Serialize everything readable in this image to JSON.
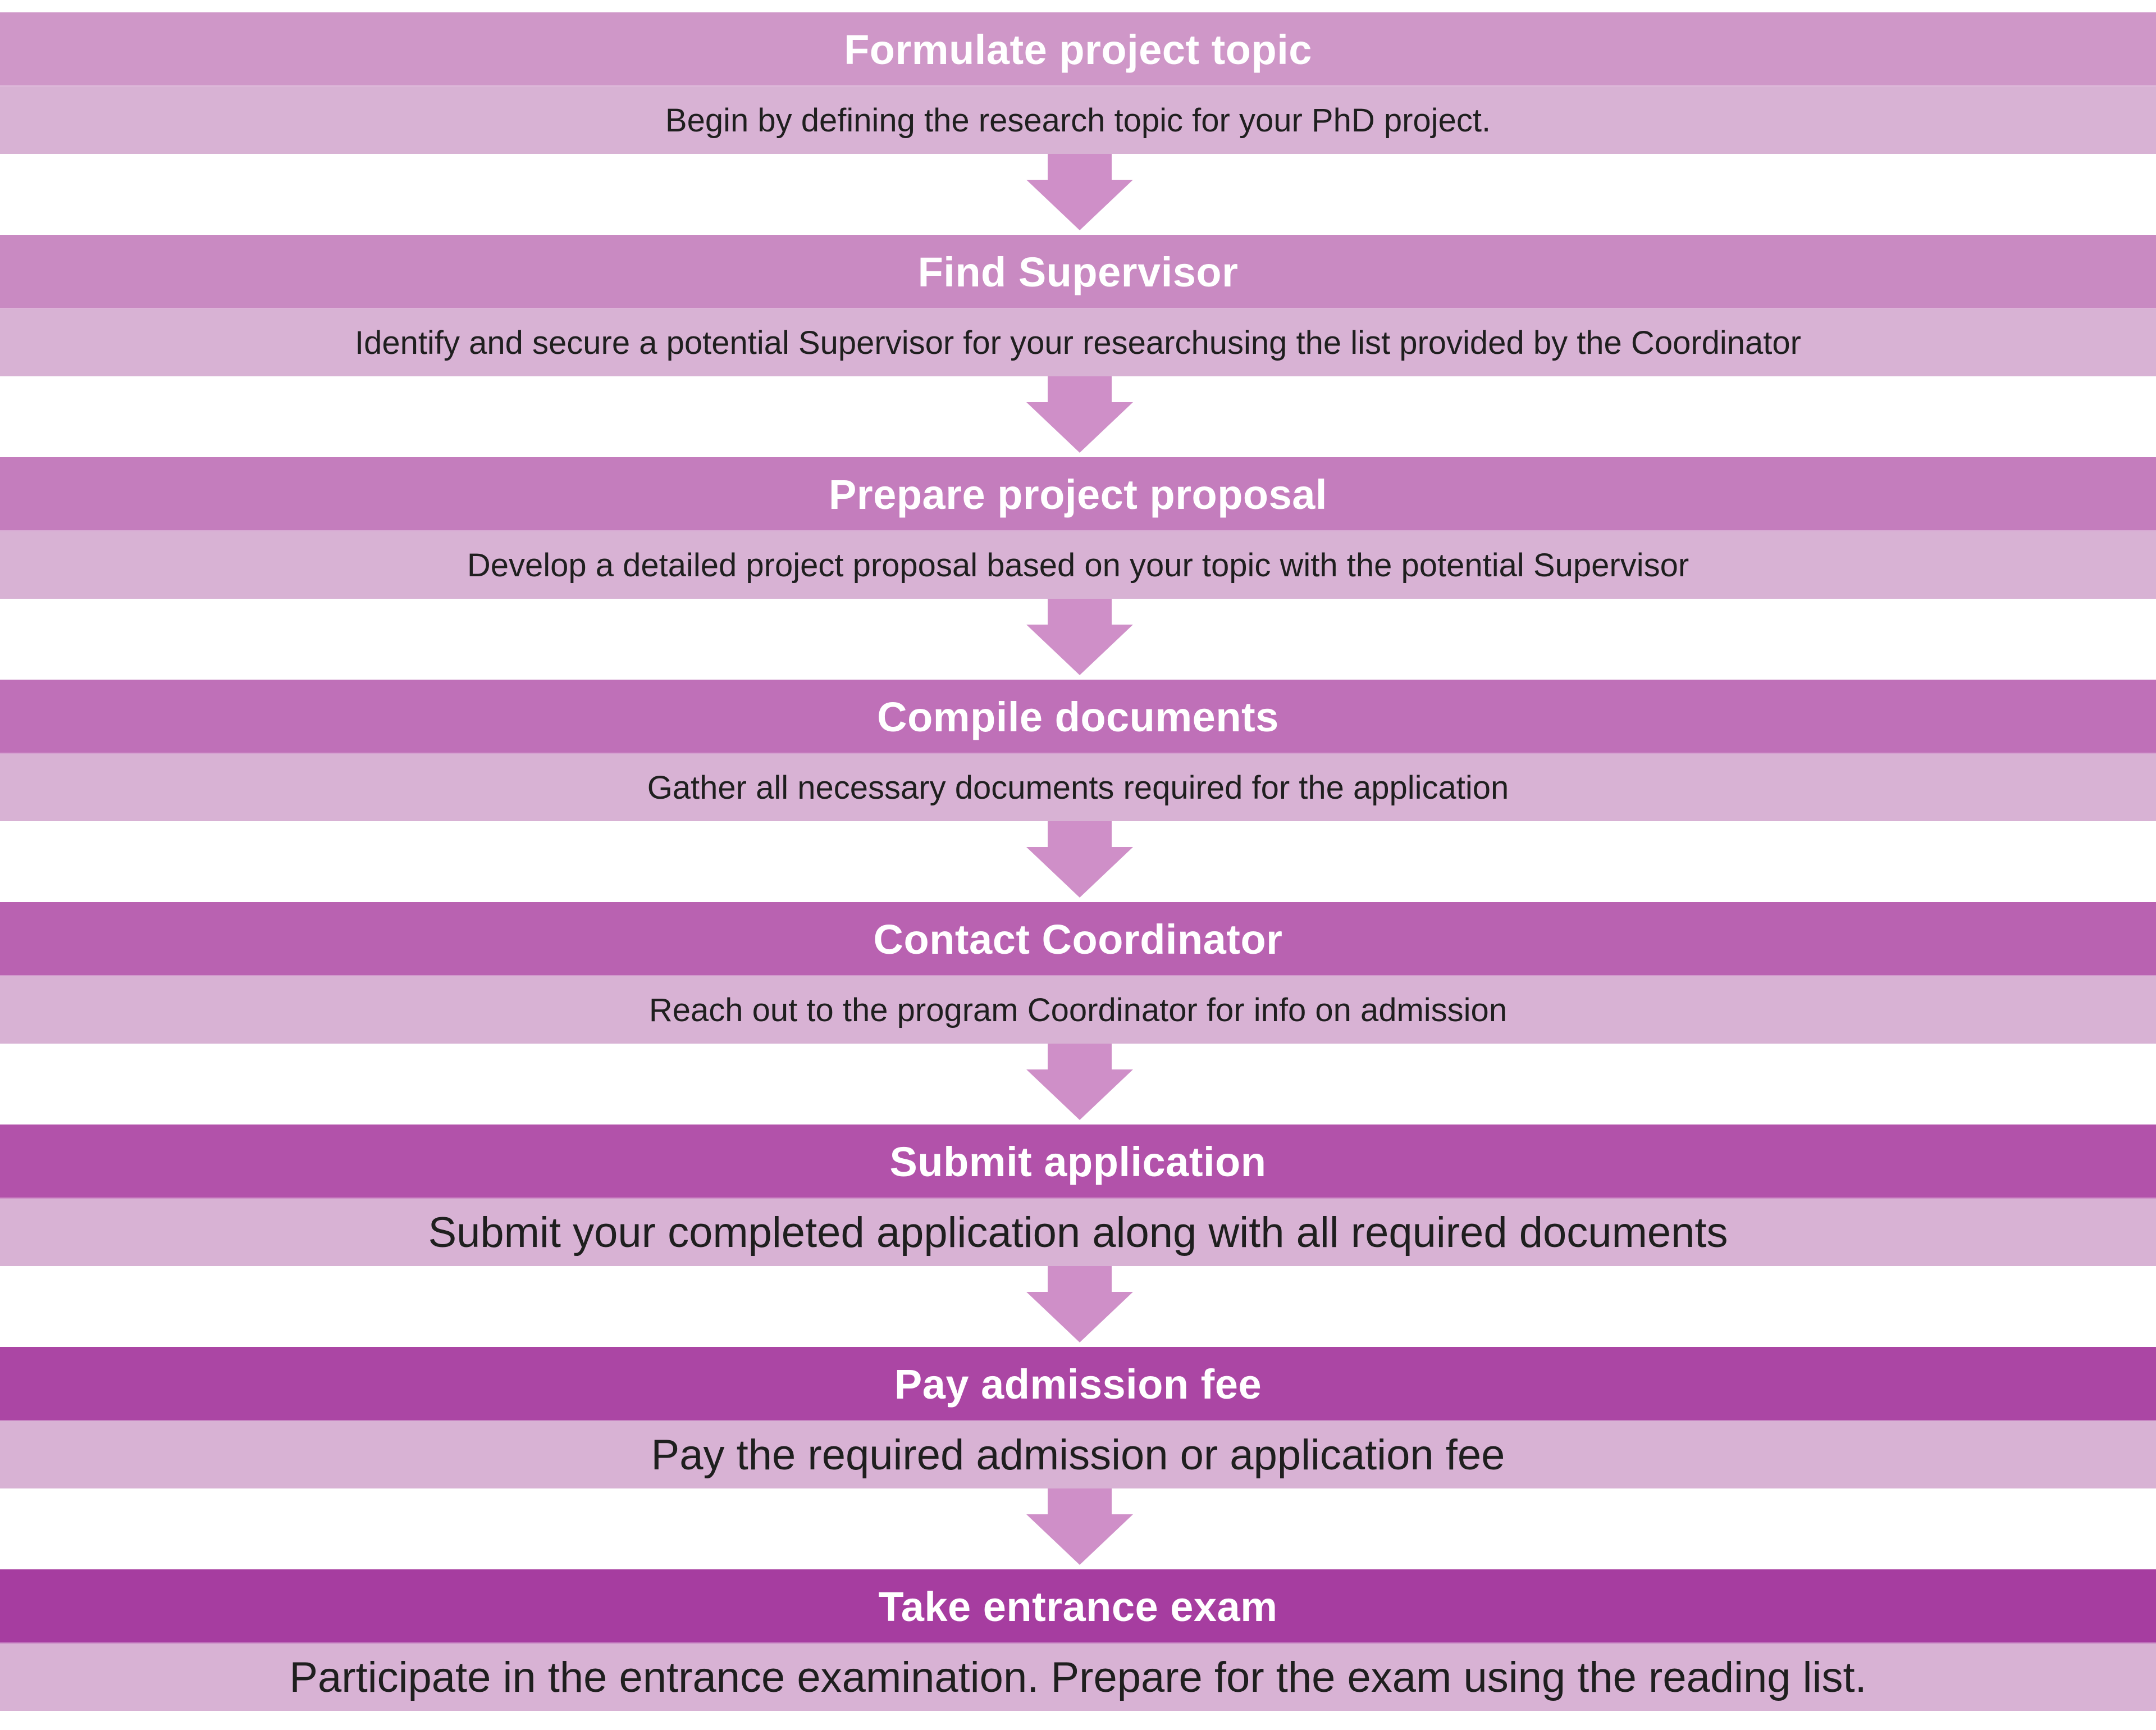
{
  "steps": [
    {
      "title": "Formulate project topic",
      "description": "Begin by defining the research topic for your PhD project.",
      "color": "#cf97c8"
    },
    {
      "title": "Find Supervisor",
      "description": "Identify and secure a potential Supervisor for your researchusing the list provided by the Coordinator",
      "color": "#c98ac2"
    },
    {
      "title": "Prepare project proposal",
      "description": "Develop a detailed project proposal based on your topic with the potential Supervisor",
      "color": "#c47dbd"
    },
    {
      "title": "Compile documents",
      "description": "Gather all necessary documents required for the application",
      "color": "#bf70b8"
    },
    {
      "title": "Contact Coordinator",
      "description": "Reach out to the program Coordinator for info on admission",
      "color": "#b962b1"
    },
    {
      "title": "Submit application",
      "description": "Submit your completed application along with all required documents",
      "color": "#b252aa"
    },
    {
      "title": "Pay admission fee",
      "description": "Pay the required admission or application fee",
      "color": "#ab46a4"
    },
    {
      "title": "Take entrance exam",
      "description": "Participate in the entrance examination. Prepare for the exam using the reading list.",
      "color": "#a63da0"
    }
  ],
  "colors": {
    "description_band": "#d8b2d4",
    "arrow": "#cf8fc8"
  }
}
